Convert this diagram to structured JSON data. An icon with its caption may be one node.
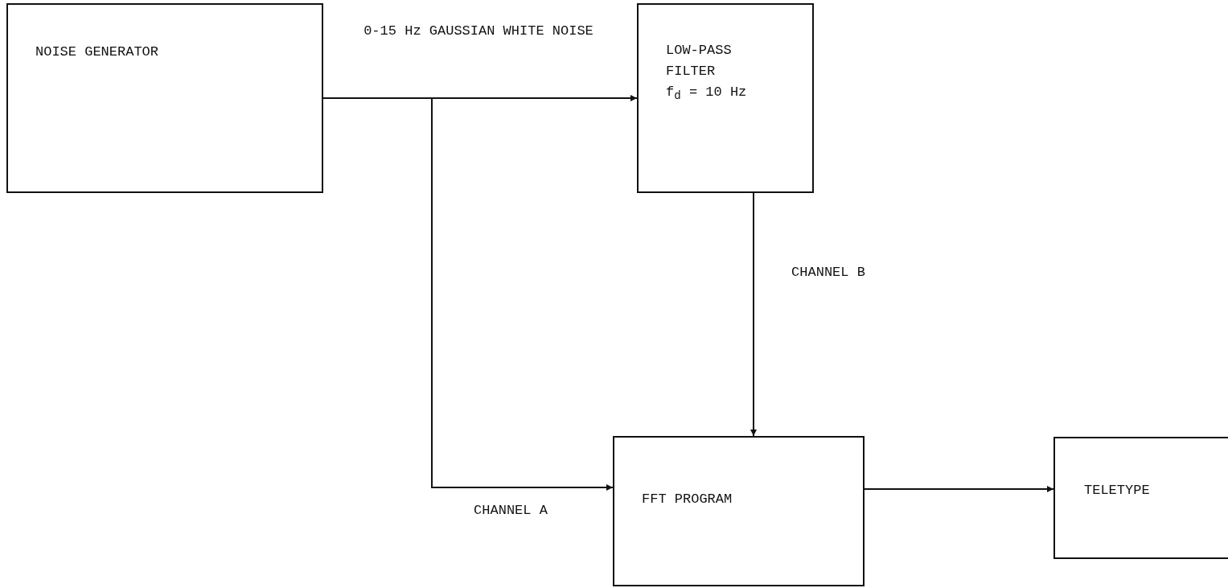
{
  "diagram": {
    "nodes": [
      {
        "text": [
          "NOISE GENERATOR"
        ]
      },
      {
        "text": [
          "LOW-PASS FILTER",
          "f$_{d}$ = 10 Hz"
        ]
      },
      {
        "text": [
          "FFT PROGRAM"
        ]
      },
      {
        "text": [
          "TELETYPE"
        ]
      }
    ],
    "edges": [
      {
        "from": 0,
        "to": 1,
        "arrow": "to",
        "label": "0-15 Hz GAUSSIAN WHITE NOISE"
      },
      {
        "from": 0,
        "to": 2,
        "arrow": "to",
        "label": "CHANNEL A"
      },
      {
        "from": 1,
        "to": 2,
        "arrow": "to",
        "label": "CHANNEL B"
      },
      {
        "from": 2,
        "to": 3,
        "arrow": "to"
      }
    ]
  }
}
